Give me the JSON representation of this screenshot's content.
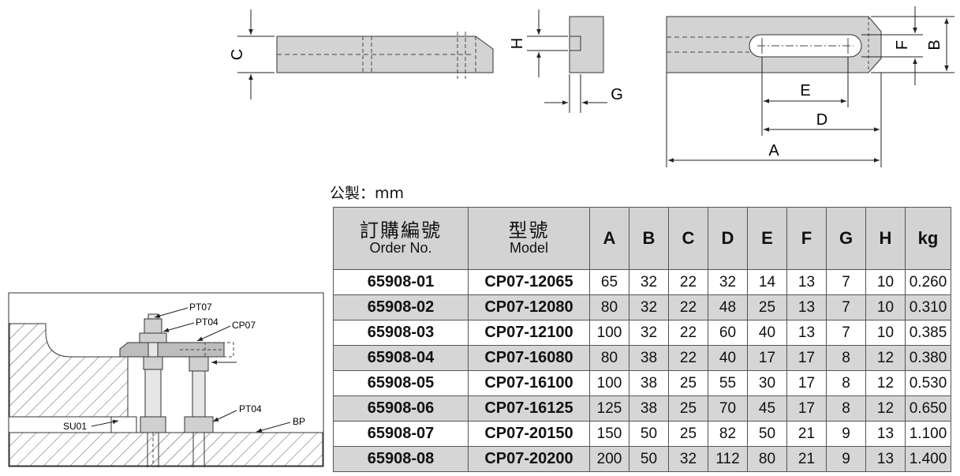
{
  "dimension_labels": {
    "c": "C",
    "h": "H",
    "g": "G",
    "f": "F",
    "b": "B",
    "e": "E",
    "d": "D",
    "a": "A"
  },
  "assembly_labels": {
    "pt07": "PT07",
    "pt04_top": "PT04",
    "cp07": "CP07",
    "pt04_bottom": "PT04",
    "su01": "SU01",
    "bp": "BP"
  },
  "unit_label": "公製：mm",
  "table": {
    "headers": {
      "order_zh": "訂購編號",
      "order_en": "Order No.",
      "model_zh": "型號",
      "model_en": "Model",
      "a": "A",
      "b": "B",
      "c": "C",
      "d": "D",
      "e": "E",
      "f": "F",
      "g": "G",
      "h": "H",
      "kg": "kg"
    },
    "rows": [
      {
        "order": "65908-01",
        "model": "CP07-12065",
        "a": "65",
        "b": "32",
        "c": "22",
        "d": "32",
        "e": "14",
        "f": "13",
        "g": "7",
        "h": "10",
        "kg": "0.260"
      },
      {
        "order": "65908-02",
        "model": "CP07-12080",
        "a": "80",
        "b": "32",
        "c": "22",
        "d": "48",
        "e": "25",
        "f": "13",
        "g": "7",
        "h": "10",
        "kg": "0.310"
      },
      {
        "order": "65908-03",
        "model": "CP07-12100",
        "a": "100",
        "b": "32",
        "c": "22",
        "d": "60",
        "e": "40",
        "f": "13",
        "g": "7",
        "h": "10",
        "kg": "0.385"
      },
      {
        "order": "65908-04",
        "model": "CP07-16080",
        "a": "80",
        "b": "38",
        "c": "22",
        "d": "40",
        "e": "17",
        "f": "17",
        "g": "8",
        "h": "12",
        "kg": "0.380"
      },
      {
        "order": "65908-05",
        "model": "CP07-16100",
        "a": "100",
        "b": "38",
        "c": "25",
        "d": "55",
        "e": "30",
        "f": "17",
        "g": "8",
        "h": "12",
        "kg": "0.530"
      },
      {
        "order": "65908-06",
        "model": "CP07-16125",
        "a": "125",
        "b": "38",
        "c": "25",
        "d": "70",
        "e": "45",
        "f": "17",
        "g": "8",
        "h": "12",
        "kg": "0.650"
      },
      {
        "order": "65908-07",
        "model": "CP07-20150",
        "a": "150",
        "b": "50",
        "c": "25",
        "d": "82",
        "e": "50",
        "f": "21",
        "g": "9",
        "h": "13",
        "kg": "1.100"
      },
      {
        "order": "65908-08",
        "model": "CP07-20200",
        "a": "200",
        "b": "50",
        "c": "32",
        "d": "112",
        "e": "80",
        "f": "21",
        "g": "9",
        "h": "13",
        "kg": "1.400"
      }
    ]
  }
}
